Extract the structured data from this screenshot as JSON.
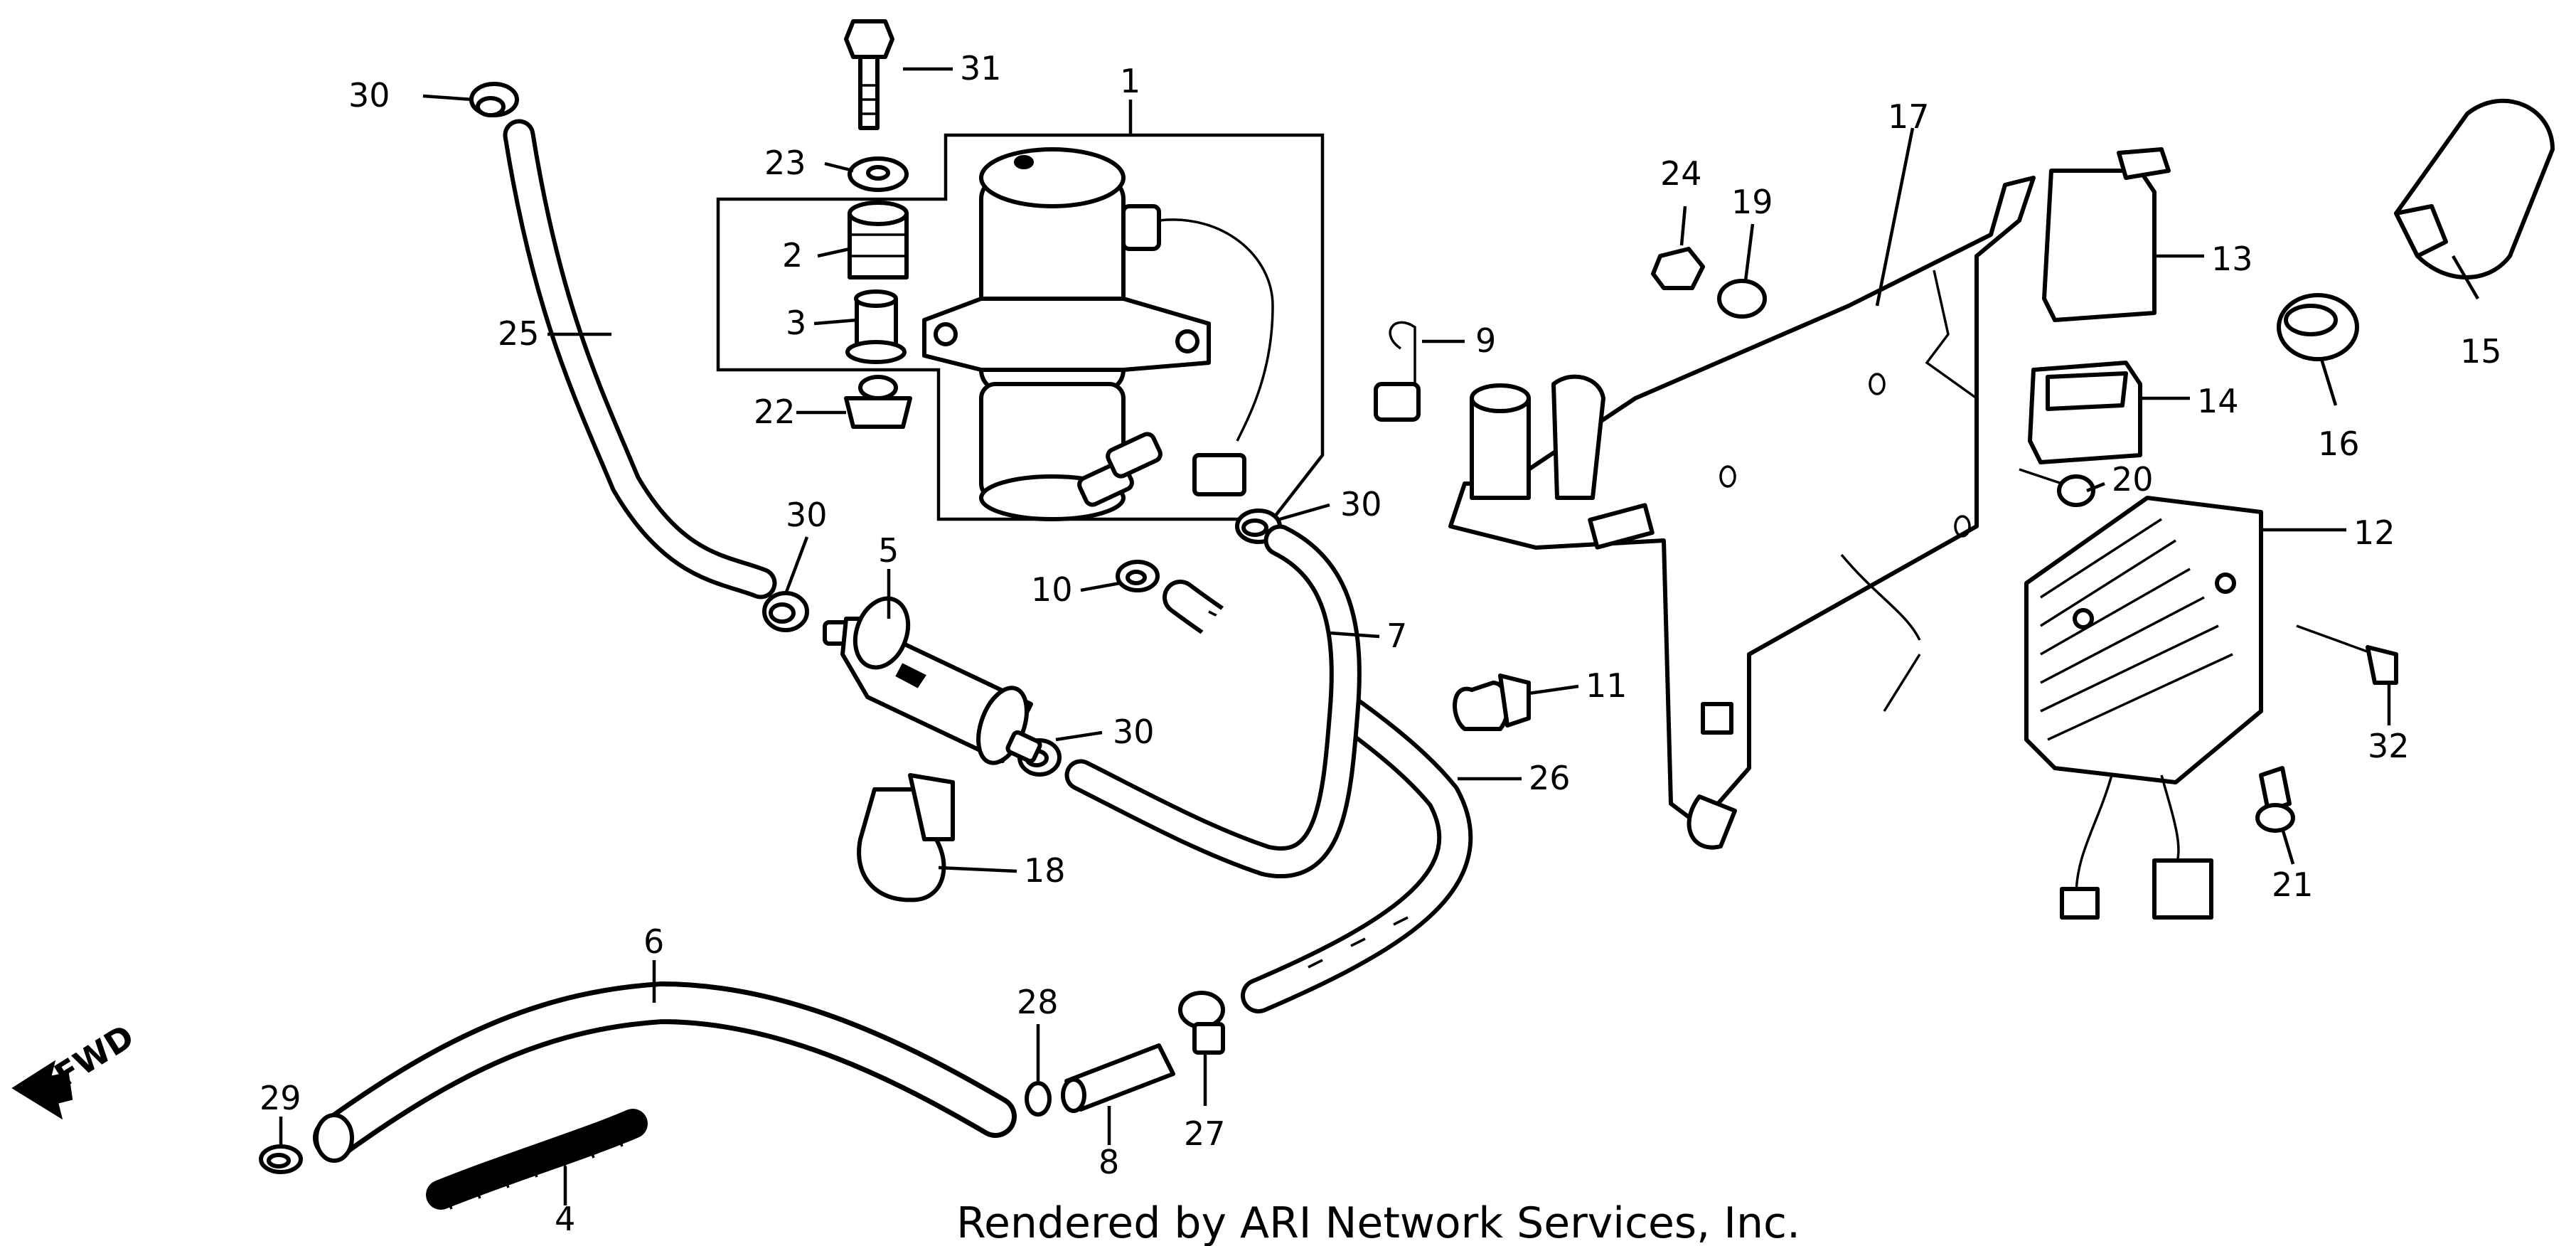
{
  "callouts": [
    {
      "id": "1",
      "label": "1"
    },
    {
      "id": "2",
      "label": "2"
    },
    {
      "id": "3",
      "label": "3"
    },
    {
      "id": "4",
      "label": "4"
    },
    {
      "id": "5",
      "label": "5"
    },
    {
      "id": "6",
      "label": "6"
    },
    {
      "id": "7",
      "label": "7"
    },
    {
      "id": "8",
      "label": "8"
    },
    {
      "id": "9",
      "label": "9"
    },
    {
      "id": "10",
      "label": "10"
    },
    {
      "id": "11",
      "label": "11"
    },
    {
      "id": "12",
      "label": "12"
    },
    {
      "id": "13",
      "label": "13"
    },
    {
      "id": "14",
      "label": "14"
    },
    {
      "id": "15",
      "label": "15"
    },
    {
      "id": "16",
      "label": "16"
    },
    {
      "id": "17",
      "label": "17"
    },
    {
      "id": "18",
      "label": "18"
    },
    {
      "id": "19",
      "label": "19"
    },
    {
      "id": "20",
      "label": "20"
    },
    {
      "id": "21",
      "label": "21"
    },
    {
      "id": "22",
      "label": "22"
    },
    {
      "id": "23",
      "label": "23"
    },
    {
      "id": "24",
      "label": "24"
    },
    {
      "id": "25",
      "label": "25"
    },
    {
      "id": "26",
      "label": "26"
    },
    {
      "id": "27",
      "label": "27"
    },
    {
      "id": "28",
      "label": "28"
    },
    {
      "id": "29",
      "label": "29"
    },
    {
      "id": "30a",
      "label": "30"
    },
    {
      "id": "30b",
      "label": "30"
    },
    {
      "id": "30c",
      "label": "30"
    },
    {
      "id": "30d",
      "label": "30"
    },
    {
      "id": "31",
      "label": "31"
    },
    {
      "id": "32",
      "label": "32"
    }
  ],
  "direction_marker": {
    "text": "FWD"
  },
  "credit": {
    "text": "Rendered by ARI Network Services, Inc."
  }
}
